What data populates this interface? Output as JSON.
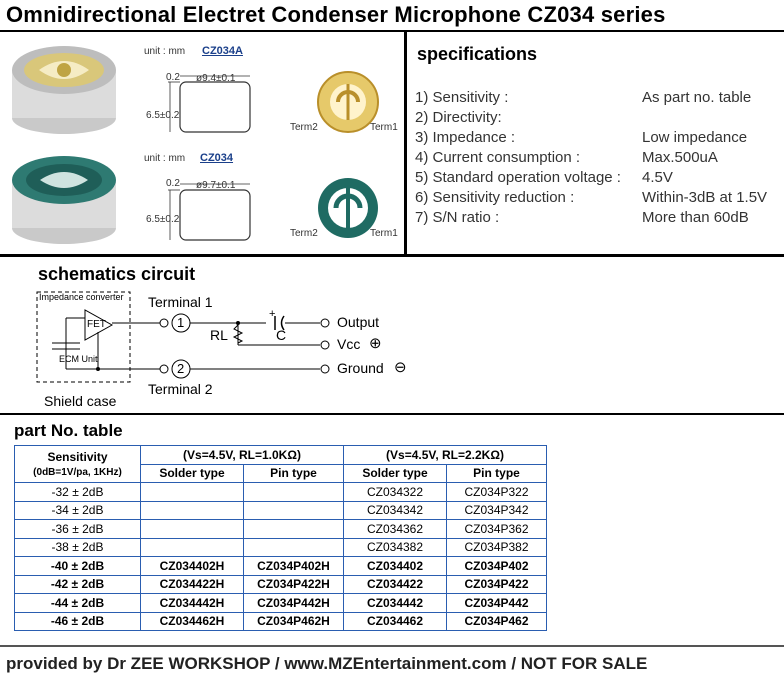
{
  "title": "Omnidirectional Electret Condenser Microphone CZ034 series",
  "drawings": [
    {
      "unit": "unit : mm",
      "model": "CZ034A",
      "diameter": "ø9.4±0.1",
      "top": "0.2",
      "height": "6.5±0.2",
      "term2": "Term2",
      "term1": "Term1"
    },
    {
      "unit": "unit : mm",
      "model": "CZ034",
      "diameter": "ø9.7±0.1",
      "top": "0.2",
      "height": "6.5±0.2",
      "term2": "Term2",
      "term1": "Term1"
    }
  ],
  "specs": {
    "title": "specifications",
    "rows": [
      {
        "label": "1) Sensitivity :",
        "value": "As part no. table"
      },
      {
        "label": "2) Directivity:",
        "value": ""
      },
      {
        "label": "3) Impedance :",
        "value": "Low impedance"
      },
      {
        "label": "4) Current consumption :",
        "value": "Max.500uA"
      },
      {
        "label": "5) Standard operation voltage :",
        "value": "4.5V"
      },
      {
        "label": "6) Sensitivity reduction :",
        "value": "Within-3dB at 1.5V"
      },
      {
        "label": "7) S/N ratio :",
        "value": "More than 60dB"
      }
    ]
  },
  "schematic": {
    "title": "schematics circuit",
    "impedance_converter": "Impedance converter",
    "fet": "FET",
    "ecm_unit": "ECM Unit",
    "shield_case": "Shield case",
    "terminal1": "Terminal 1",
    "terminal2": "Terminal 2",
    "t1": "1",
    "t2": "2",
    "rl": "RL",
    "c": "C",
    "plus": "+",
    "output": "Output",
    "vcc": "Vcc",
    "vcc_sym": "⊕",
    "ground": "Ground",
    "ground_sym": "⊖"
  },
  "parts": {
    "title": "part No. table",
    "sens_header": "Sensitivity",
    "sens_sub": "(0dB=1V/pa, 1KHz)",
    "group1": "(Vs=4.5V, RL=1.0KΩ)",
    "group2": "(Vs=4.5V, RL=2.2KΩ)",
    "solder": "Solder type",
    "pin": "Pin type",
    "rows": [
      {
        "s": "-32 ± 2dB",
        "a": "",
        "b": "",
        "c": "CZ034322",
        "d": "CZ034P322",
        "bold": false
      },
      {
        "s": "-34 ± 2dB",
        "a": "",
        "b": "",
        "c": "CZ034342",
        "d": "CZ034P342",
        "bold": false
      },
      {
        "s": "-36 ± 2dB",
        "a": "",
        "b": "",
        "c": "CZ034362",
        "d": "CZ034P362",
        "bold": false
      },
      {
        "s": "-38 ± 2dB",
        "a": "",
        "b": "",
        "c": "CZ034382",
        "d": "CZ034P382",
        "bold": false
      },
      {
        "s": "-40 ± 2dB",
        "a": "CZ034402H",
        "b": "CZ034P402H",
        "c": "CZ034402",
        "d": "CZ034P402",
        "bold": true
      },
      {
        "s": "-42 ± 2dB",
        "a": "CZ034422H",
        "b": "CZ034P422H",
        "c": "CZ034422",
        "d": "CZ034P422",
        "bold": true
      },
      {
        "s": "-44 ± 2dB",
        "a": "CZ034442H",
        "b": "CZ034P442H",
        "c": "CZ034442",
        "d": "CZ034P442",
        "bold": true
      },
      {
        "s": "-46 ± 2dB",
        "a": "CZ034462H",
        "b": "CZ034P462H",
        "c": "CZ034462",
        "d": "CZ034P462",
        "bold": true
      }
    ]
  },
  "footer": "provided by Dr ZEE WORKSHOP / www.MZEntertainment.com / NOT FOR SALE",
  "colors": {
    "accent": "#1a3f8a",
    "table_border": "#2a5db0",
    "mic_green": "#1f6b63",
    "mic_gold": "#d2b04a"
  }
}
